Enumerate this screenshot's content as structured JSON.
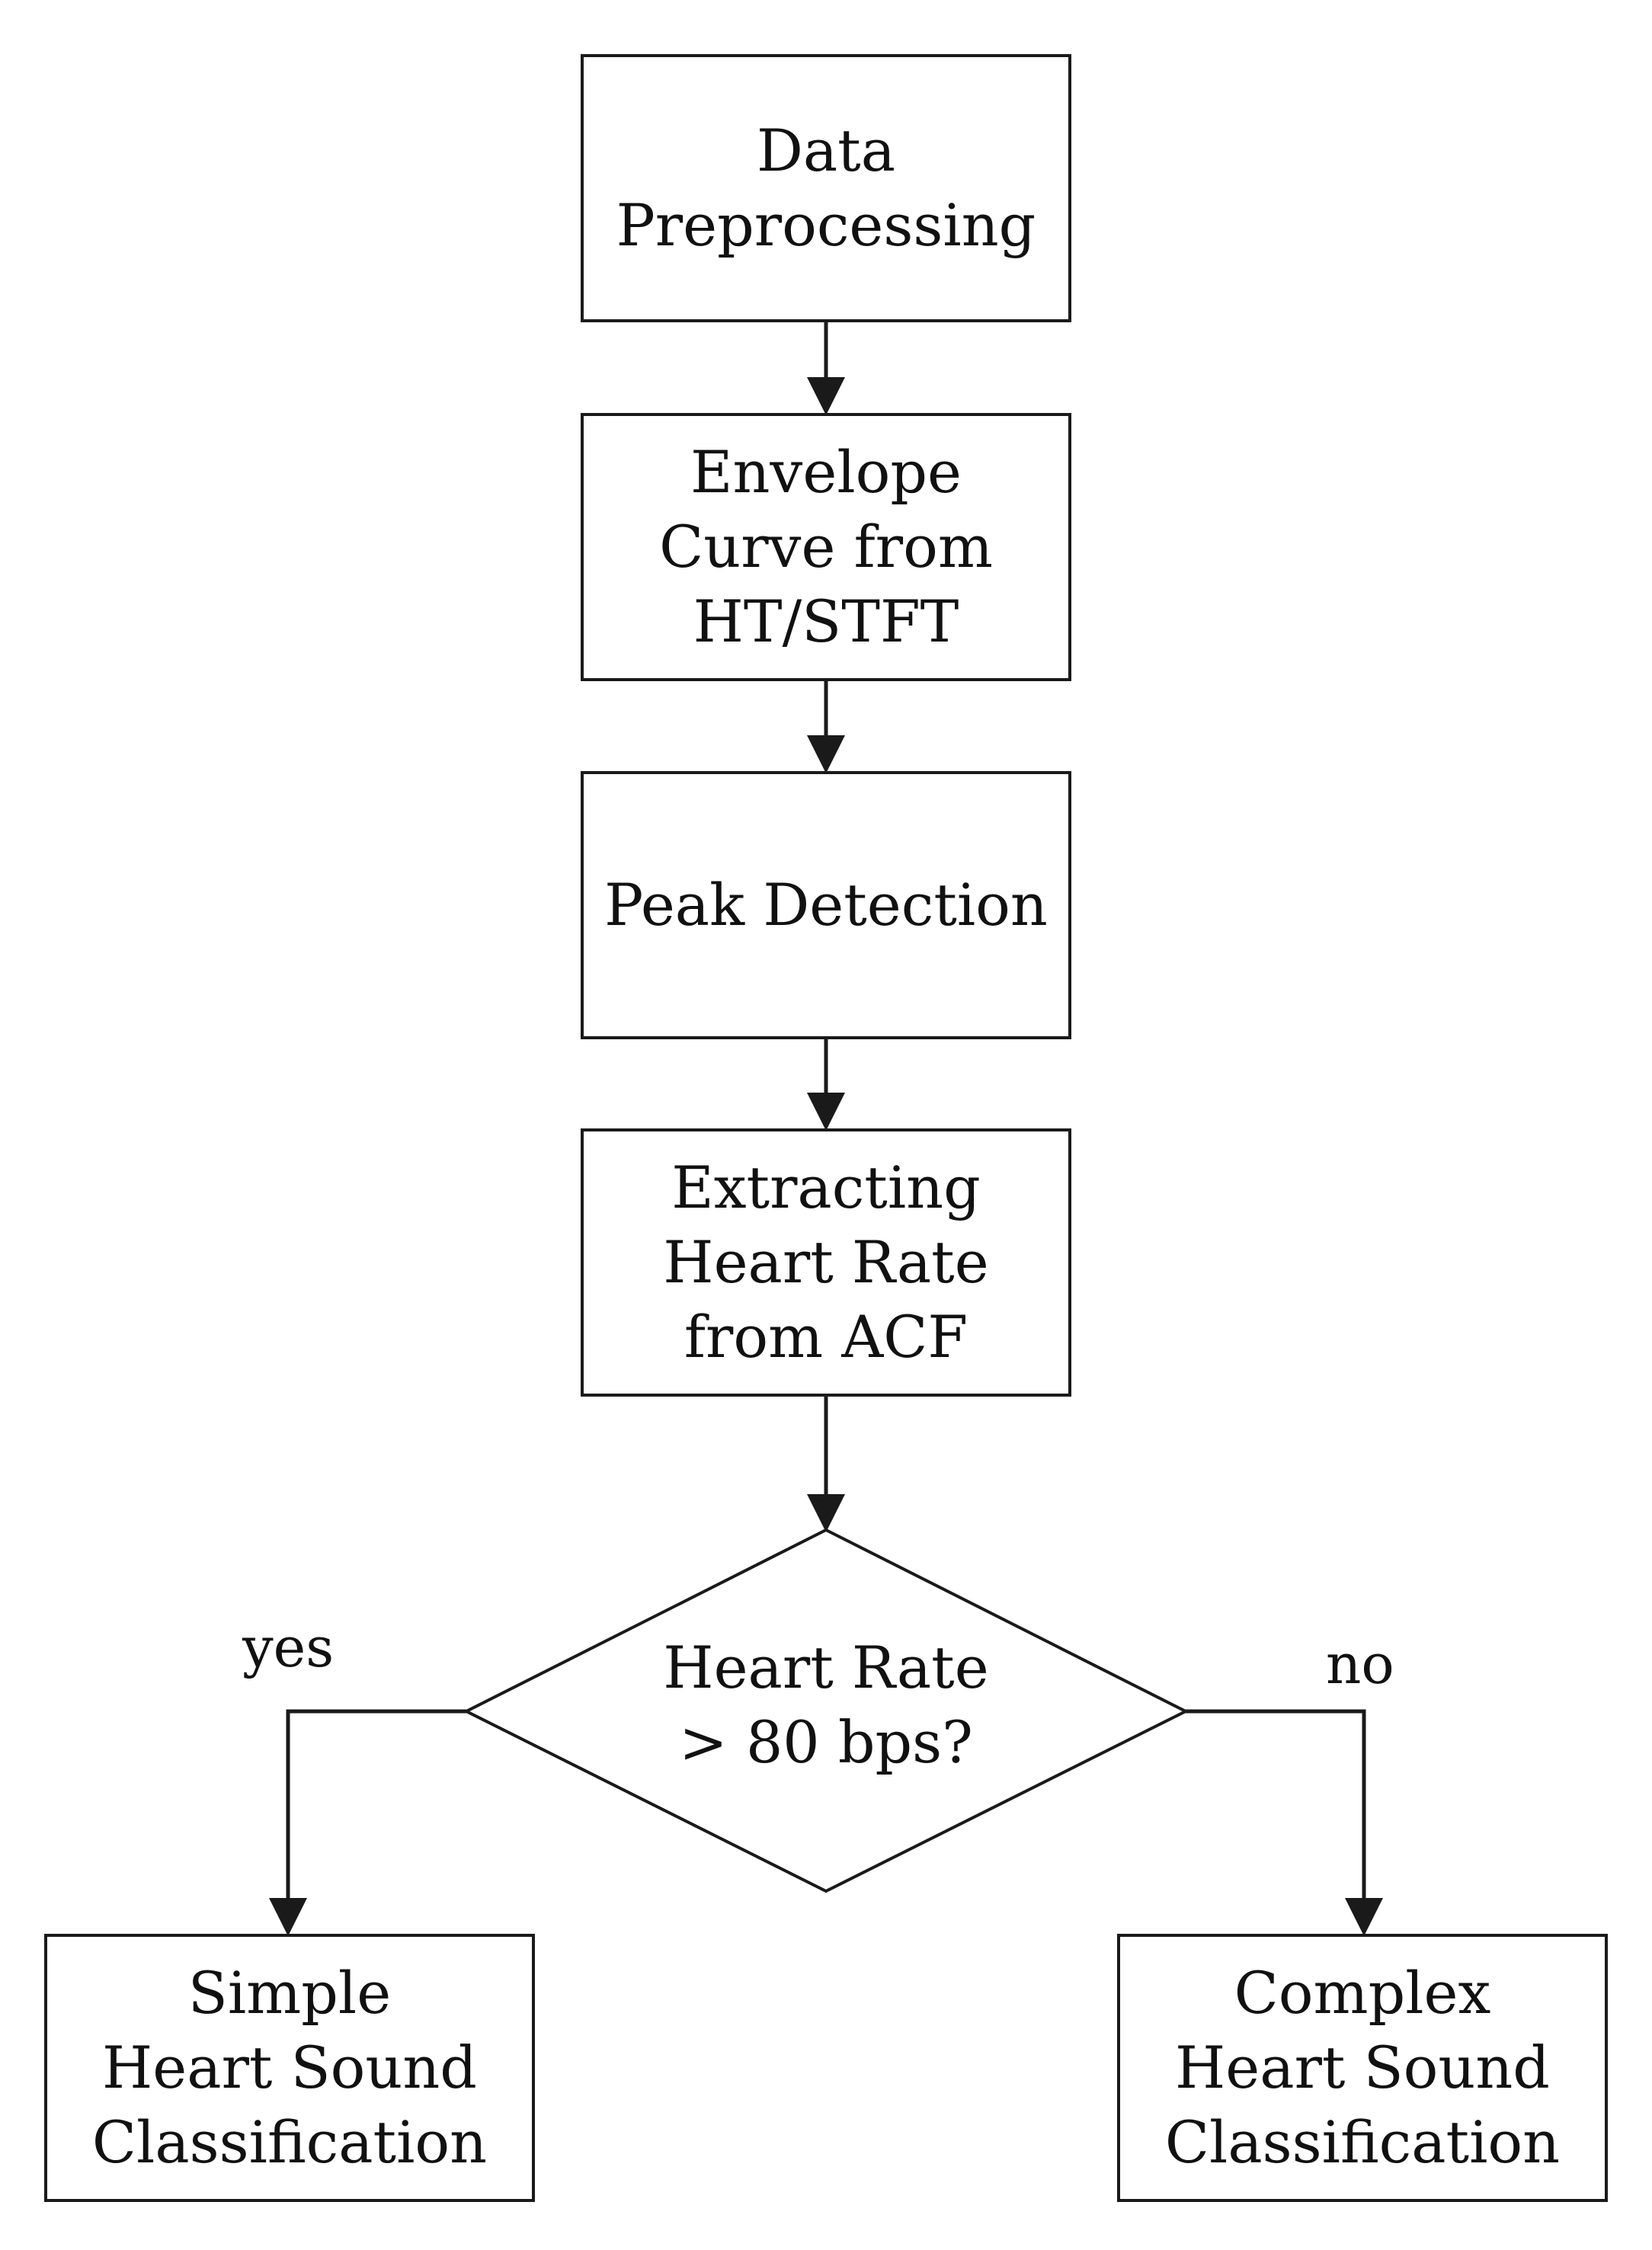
{
  "diagram": {
    "steps": [
      {
        "label": "Data\nPreprocessing"
      },
      {
        "label": "Envelope\nCurve from\nHT/STFT"
      },
      {
        "label": "Peak Detection"
      },
      {
        "label": "Extracting\nHeart Rate\nfrom ACF"
      }
    ],
    "decision": {
      "label": "Heart Rate\n> 80 bps?",
      "yes_label": "yes",
      "no_label": "no"
    },
    "outcomes": {
      "yes": {
        "label": "Simple\nHeart Sound\nClassification"
      },
      "no": {
        "label": "Complex\nHeart Sound\nClassification"
      }
    },
    "colors": {
      "stroke": "#1a1a1a",
      "text": "#111111",
      "background": "#ffffff"
    }
  }
}
